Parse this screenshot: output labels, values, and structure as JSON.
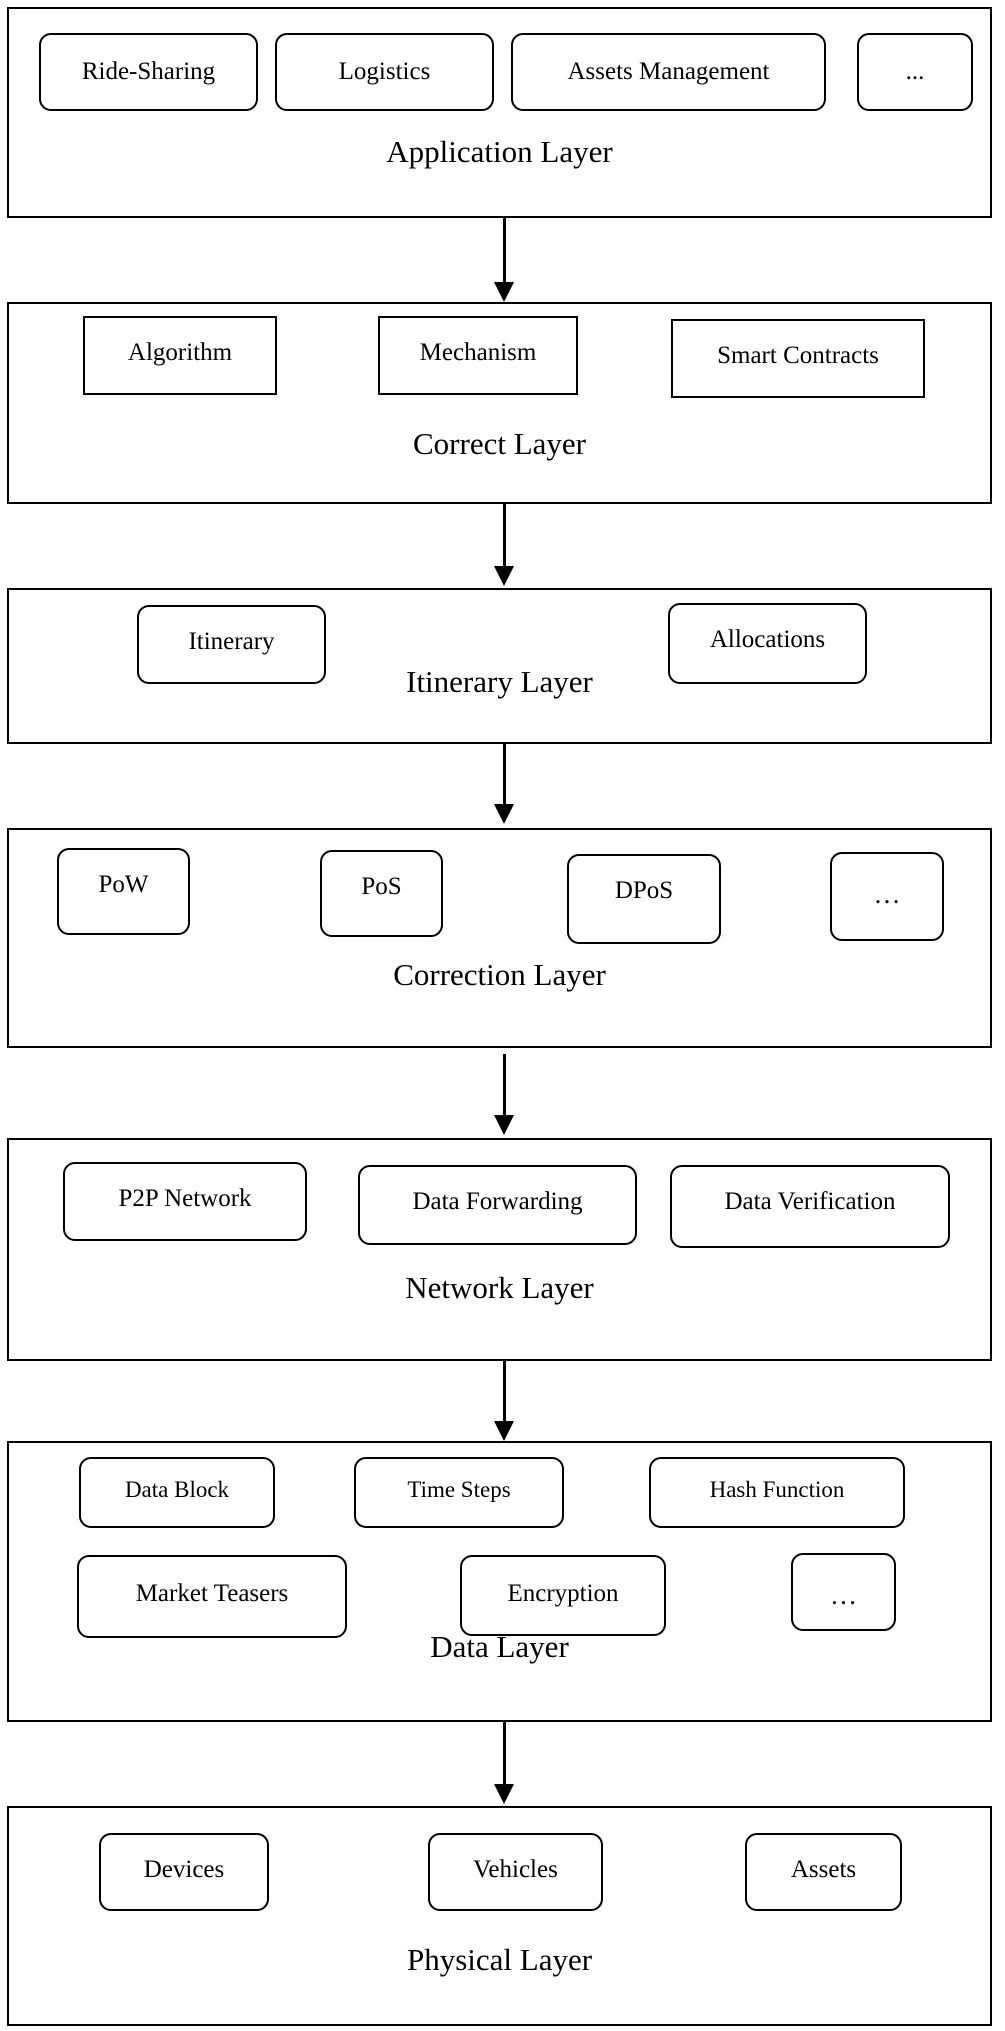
{
  "layers": [
    {
      "title": "Application Layer",
      "items": [
        "Ride-Sharing",
        "Logistics",
        "Assets Management",
        "..."
      ]
    },
    {
      "title": "Correct Layer",
      "items": [
        "Algorithm",
        "Mechanism",
        "Smart Contracts"
      ]
    },
    {
      "title": "Itinerary Layer",
      "items": [
        "Itinerary",
        "Allocations"
      ]
    },
    {
      "title": "Correction Layer",
      "items": [
        "PoW",
        "PoS",
        "DPoS",
        "…"
      ]
    },
    {
      "title": "Network Layer",
      "items": [
        "P2P Network",
        "Data Forwarding",
        "Data Verification"
      ]
    },
    {
      "title": "Data Layer",
      "items": [
        "Data Block",
        "Time Steps",
        "Hash Function",
        "Market Teasers",
        "Encryption",
        "…"
      ]
    },
    {
      "title": "Physical Layer",
      "items": [
        "Devices",
        "Vehicles",
        "Assets"
      ]
    }
  ]
}
